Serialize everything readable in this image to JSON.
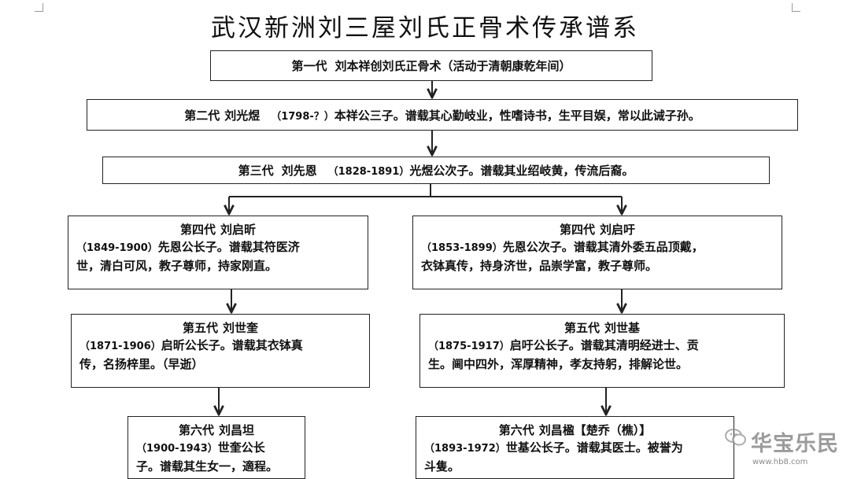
{
  "title": "武汉新洲刘三屋刘氏正骨术传承谱系",
  "gen1": {
    "label": "第一代",
    "name": "刘本祥创刘氏正骨术",
    "note": "（活动于清朝康乾年间）"
  },
  "gen2": {
    "label": "第二代",
    "name": "刘光煜",
    "years": "（1798-？）",
    "desc": "本祥公三子。谱载其心勤岐业，性嗜诗书，生平目娱，常以此诫子孙。"
  },
  "gen3": {
    "label": "第三代",
    "name": "刘先恩",
    "years": "（1828-1891）",
    "desc": "光煜公次子。谱载其业绍岐黄，传流后裔。"
  },
  "left": {
    "gen4": {
      "label": "第四代",
      "name": "刘启昕",
      "years": "（1849-1900）",
      "line1": "先恩公长子。谱载其符医济",
      "line2": "世，清白可风，教子尊师，持家刚直。"
    },
    "gen5": {
      "label": "第五代",
      "name": "刘世奎",
      "years": "（1871-1906）",
      "line1": "启昕公长子。谱载其衣钵真",
      "line2": "传，名扬梓里。（早逝）"
    },
    "gen6": {
      "label": "第六代",
      "name": "刘昌坦",
      "years": "（1900-1943）",
      "line1": "世奎公长",
      "line2": "子。谱载其生女一，適程。"
    }
  },
  "right": {
    "gen4": {
      "label": "第四代",
      "name": "刘启吁",
      "years": "（1853-1899）",
      "line1": "先恩公次子。谱载其清外委五品顶戴，",
      "line2": "衣钵真传，持身济世，品崇学富，教子尊师。"
    },
    "gen5": {
      "label": "第五代",
      "name": "刘世基",
      "years": "（1875-1917）",
      "line1": "启吁公长子。谱载其清明经进士、贡",
      "line2": "生。阃中四外，浑厚精神，孝友持躬，排解论世。"
    },
    "gen6": {
      "label": "第六代",
      "name": "刘昌楹【楚乔（樵）】",
      "years": "（1893-1972）",
      "line1": "世基公长子。谱载其医士。被誉为",
      "line2": "斗隻。"
    }
  },
  "watermark": {
    "text": "华宝乐民",
    "url": "www.hb8.com"
  },
  "colors": {
    "border": "#222222",
    "arrow": "#222222",
    "watermark": "#8a8a8a"
  }
}
